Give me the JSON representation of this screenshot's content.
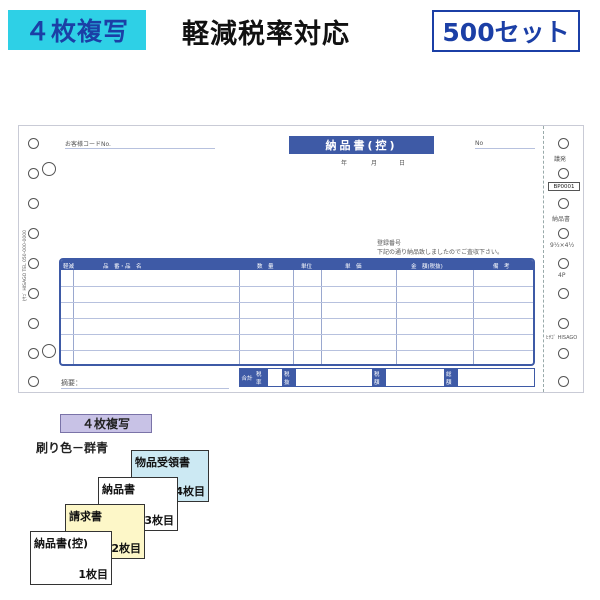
{
  "banner": {
    "copies_badge": "４枚複写",
    "headline": "軽減税率対応",
    "set_count": "500セット"
  },
  "form": {
    "customer_code_label": "お客様コードNo.",
    "no_label": "No",
    "title": "納品書(控)",
    "date_labels": [
      "年",
      "月",
      "日"
    ],
    "registration_label": "登録番号",
    "delivery_note": "下記の通り納品致しましたのでご査収下さい。",
    "columns": [
      "軽減",
      "品　番・品　名",
      "数　量",
      "単位",
      "単　価",
      "金　額(税抜)",
      "備　考"
    ],
    "summary": {
      "total": "合計",
      "tax_rate": "税率",
      "tax_excluded": "税抜",
      "tax": "税額",
      "grand": "総額"
    },
    "remarks_label": "摘要：",
    "right_strip": {
      "mark1": "議発",
      "model": "BP0001",
      "mark2": "納品書",
      "mark3": "9½×4½",
      "mark4": "4P",
      "mark5": "ﾋｻｺﾞ HISAGO"
    },
    "side_vertical": "ﾋｻｺﾞ HISAGO TEL 050-000-0000"
  },
  "copies": {
    "badge": "４枚複写",
    "ink_color": "刷り色－群青",
    "sheets": [
      {
        "label": "物品受領書",
        "number": "4枚目",
        "color": "#cce9f3"
      },
      {
        "label": "納品書",
        "number": "3枚目",
        "color": "#ffffff"
      },
      {
        "label": "請求書",
        "number": "2枚目",
        "color": "#fdf7c8"
      },
      {
        "label": "納品書(控)",
        "number": "1枚目",
        "color": "#ffffff"
      }
    ]
  }
}
